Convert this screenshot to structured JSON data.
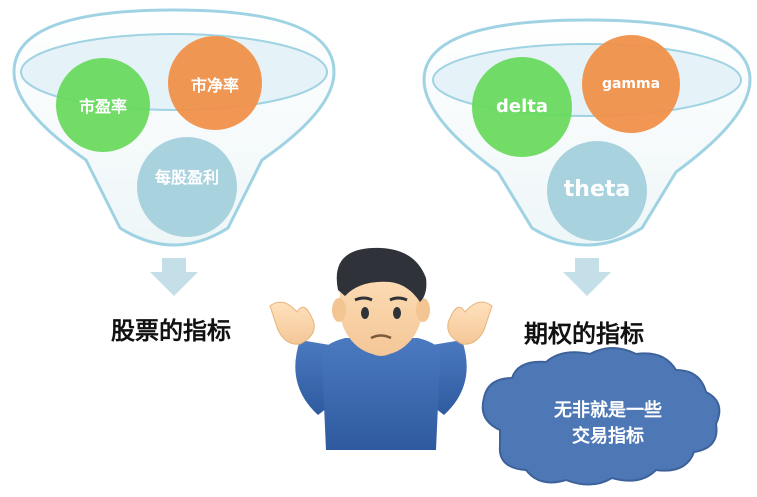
{
  "left_funnel": {
    "bubbles": [
      "市盈率",
      "市净率",
      "每股盈利"
    ],
    "caption": "股票的指标"
  },
  "right_funnel": {
    "bubbles": [
      "delta",
      "gamma",
      "theta"
    ],
    "caption": "期权的指标"
  },
  "cloud": {
    "line1": "无非就是一些",
    "line2": "交易指标"
  }
}
